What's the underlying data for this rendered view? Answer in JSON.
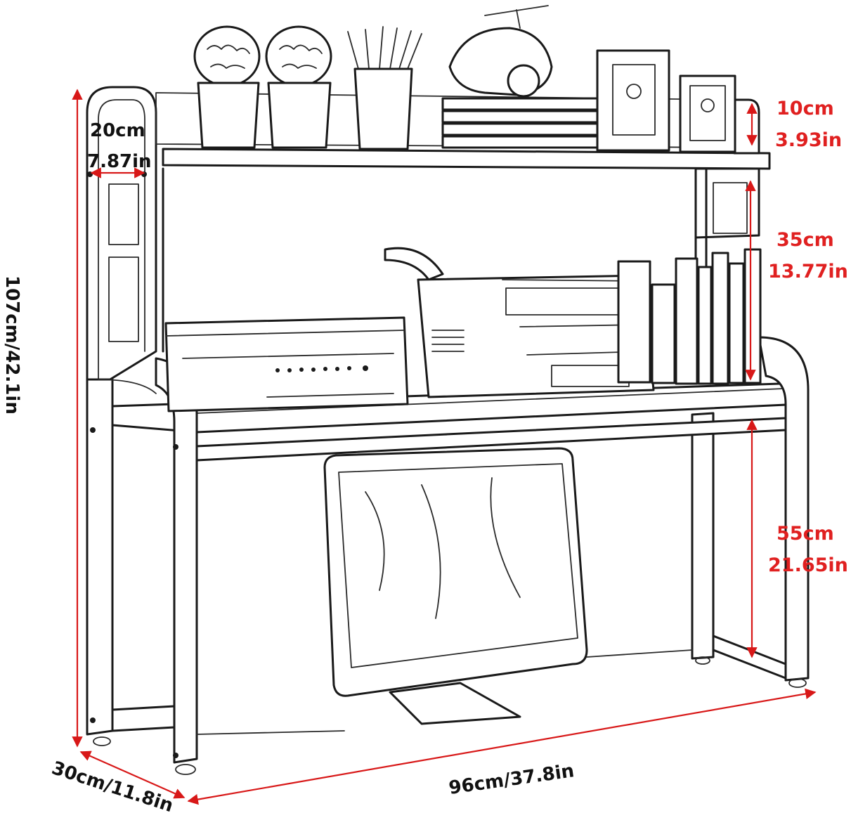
{
  "colors": {
    "dimension_text": "#e02020",
    "dimension_line": "#d81818",
    "outline": "#1a1a1a",
    "background": "#ffffff"
  },
  "dimensions": {
    "top_rail_cm": "10cm",
    "top_rail_in": "3.93in",
    "side_depth_cm": "20cm",
    "side_depth_in": "7.87in",
    "middle_gap_cm": "35cm",
    "middle_gap_in": "13.77in",
    "lower_gap_cm": "55cm",
    "lower_gap_in": "21.65in",
    "total_height": "107cm/42.1in",
    "depth": "30cm/11.8in",
    "width": "96cm/37.8in"
  }
}
